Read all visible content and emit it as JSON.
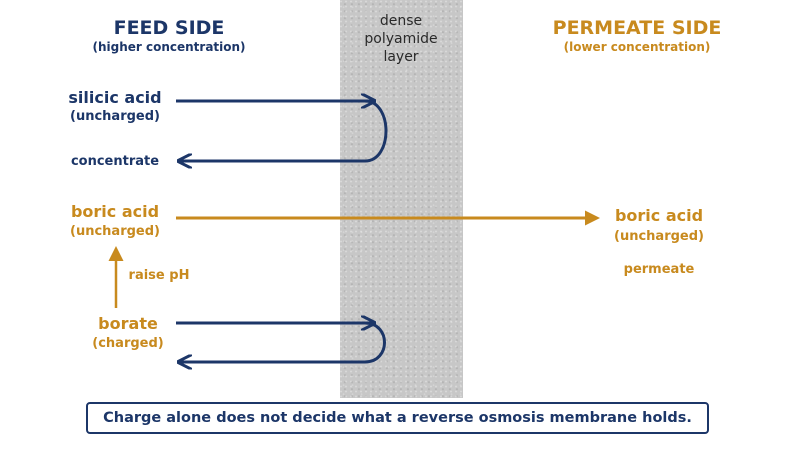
{
  "feed": {
    "title": "FEED SIDE",
    "subtitle": "(higher concentration)"
  },
  "permeate_side": {
    "title": "PERMEATE SIDE",
    "subtitle": "(lower concentration)"
  },
  "membrane": {
    "label_lines": [
      "dense",
      "polyamide",
      "layer"
    ]
  },
  "species": {
    "silicic": {
      "name": "silicic acid",
      "state": "(uncharged)",
      "outcome": "concentrate"
    },
    "boric_feed": {
      "name": "boric acid",
      "state": "(uncharged)"
    },
    "boric_permeate": {
      "name": "boric acid",
      "state": "(uncharged)",
      "outcome": "permeate"
    },
    "borate": {
      "name": "borate",
      "state": "(charged)"
    }
  },
  "transition": {
    "label": "raise pH"
  },
  "caption": "Charge alone does not decide what a reverse osmosis membrane holds.",
  "colors": {
    "navy": "#1c3668",
    "gold": "#c88a1e",
    "membrane": "#c7c7c7"
  }
}
